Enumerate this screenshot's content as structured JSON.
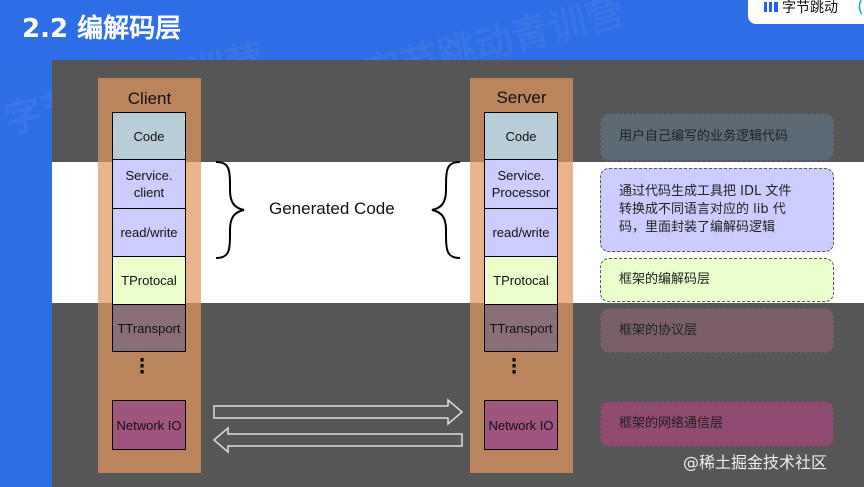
{
  "header": {
    "title": "2.2  编解码层",
    "logo_text": "字节跳动"
  },
  "client": {
    "label": "Client",
    "layers": [
      "Code",
      "Service.\nclient",
      "read/write",
      "TProtocal",
      "TTransport",
      "Network IO"
    ]
  },
  "server": {
    "label": "Server",
    "layers": [
      "Code",
      "Service.\nProcessor",
      "read/write",
      "TProtocal",
      "TTransport",
      "Network IO"
    ]
  },
  "generated_code": "Generated Code",
  "notes": [
    "用户自己编写的业务逻辑代码",
    "通过代码生成工具把 IDL 文件\n转换成不同语言对应的 lib 代\n码，里面封装了编解码逻辑",
    "框架的编解码层",
    "框架的协议层",
    "框架的网络通信层"
  ],
  "watermark": "@稀土掘金技术社区",
  "colors": {
    "header_blue": "#2e6ee6",
    "code_box": "#b9cdd9",
    "service_box": "#ccccff",
    "readwrite_box": "#ccccff",
    "tprotocal_box": "#eaffcc",
    "ttransport_box": "#dcb4c4",
    "networkio_box": "#e8a0c8",
    "column_orange": "#f2a56e"
  }
}
